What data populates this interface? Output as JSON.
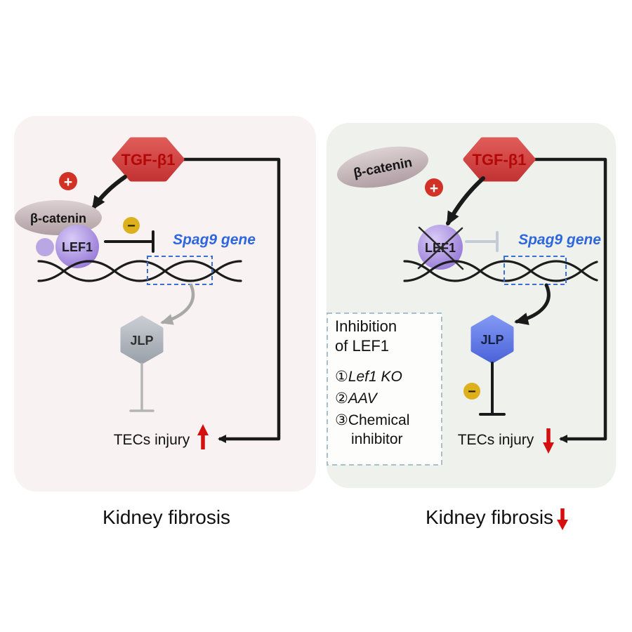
{
  "left_panel": {
    "tgf_label": "TGF-β1",
    "plus_sign": "+",
    "beta_catenin_label": "β-catenin",
    "lef1_label": "LEF1",
    "minus_sign": "−",
    "spag9_label": "Spag9 gene",
    "jlp_label": "JLP",
    "tecs_injury_label": "TECs injury",
    "caption": "Kidney fibrosis"
  },
  "right_panel": {
    "beta_catenin_label": "β-catenin",
    "tgf_label": "TGF-β1",
    "plus_sign": "+",
    "lef1_label": "LEF1",
    "spag9_label": "Spag9 gene",
    "jlp_label": "JLP",
    "minus_sign": "−",
    "tecs_injury_label": "TECs injury",
    "caption": "Kidney fibrosis",
    "inhibition_box": {
      "title_line1": "Inhibition",
      "title_line2": "of LEF1",
      "item1": "①Lef1 KO",
      "item2": "②AAV",
      "item3_line1": "③Chemical",
      "item3_line2": "inhibitor"
    }
  },
  "colors": {
    "left_panel_bg": "#f8f3f2",
    "right_panel_bg": "#eff2ec",
    "tgf_red": "#d24848",
    "tgf_text_red": "#b40808",
    "plus_red": "#d23226",
    "minus_yellow": "#ddb11e",
    "lef1_purple": "#9579d6",
    "beta_catenin_mauve": "#bcabb0",
    "jlp_gray": "#a8adb5",
    "jlp_blue": "#5b74e4",
    "spag9_blue": "#2e66dd",
    "arrow_black": "#1a1a1a",
    "arrow_gray": "#a8a8a8",
    "dashed_blue": "#3a6fd8",
    "dashed_box_border": "#aabfcc",
    "red_arrow": "#d40f0f",
    "text_black": "#111111"
  }
}
